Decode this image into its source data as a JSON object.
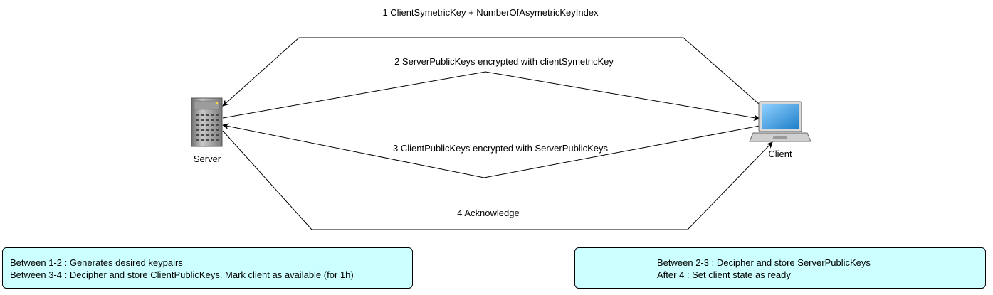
{
  "nodes": {
    "server": {
      "label": "Server",
      "icon": "server-tower-icon"
    },
    "client": {
      "label": "Client",
      "icon": "laptop-icon"
    }
  },
  "messages": [
    {
      "label": "1 ClientSymetricKey + NumberOfAsymetricKeyIndex",
      "from": "client",
      "to": "server"
    },
    {
      "label": "2 ServerPublicKeys encrypted with clientSymetricKey",
      "from": "server",
      "to": "client"
    },
    {
      "label": "3 ClientPublicKeys encrypted with ServerPublicKeys",
      "from": "client",
      "to": "server"
    },
    {
      "label": "4 Acknowledge",
      "from": "server",
      "to": "client"
    }
  ],
  "notes": {
    "left": [
      "Between 1-2 : Generates desired keypairs",
      "Between 3-4 : Decipher and store ClientPublicKeys. Mark client as available (for 1h)"
    ],
    "right": [
      "Between 2-3 : Decipher and store ServerPublicKeys",
      "After 4 : Set client state as ready"
    ]
  },
  "colors": {
    "note_fill": "#ccffff",
    "edge": "#000000",
    "laptop_screen": "#4aa3e0",
    "server_body": "#8a8a8a"
  }
}
